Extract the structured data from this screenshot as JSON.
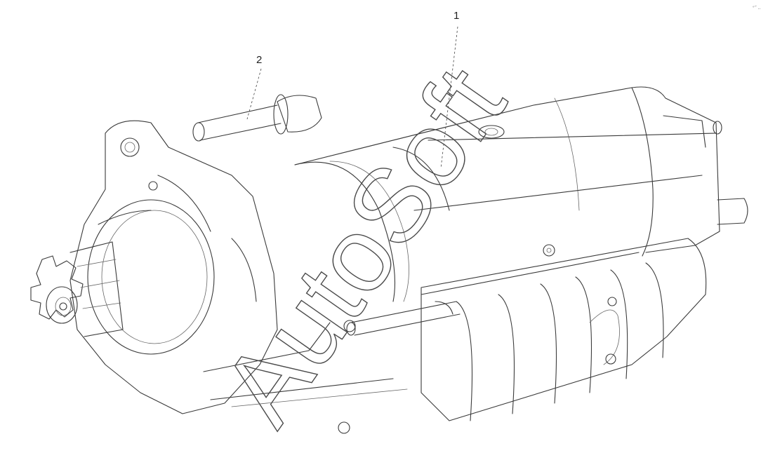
{
  "callouts": [
    {
      "id": "1",
      "label": "1"
    },
    {
      "id": "2",
      "label": "2"
    }
  ],
  "watermark": "AutoSoft",
  "corner_mark": "°’ˆ ‥"
}
